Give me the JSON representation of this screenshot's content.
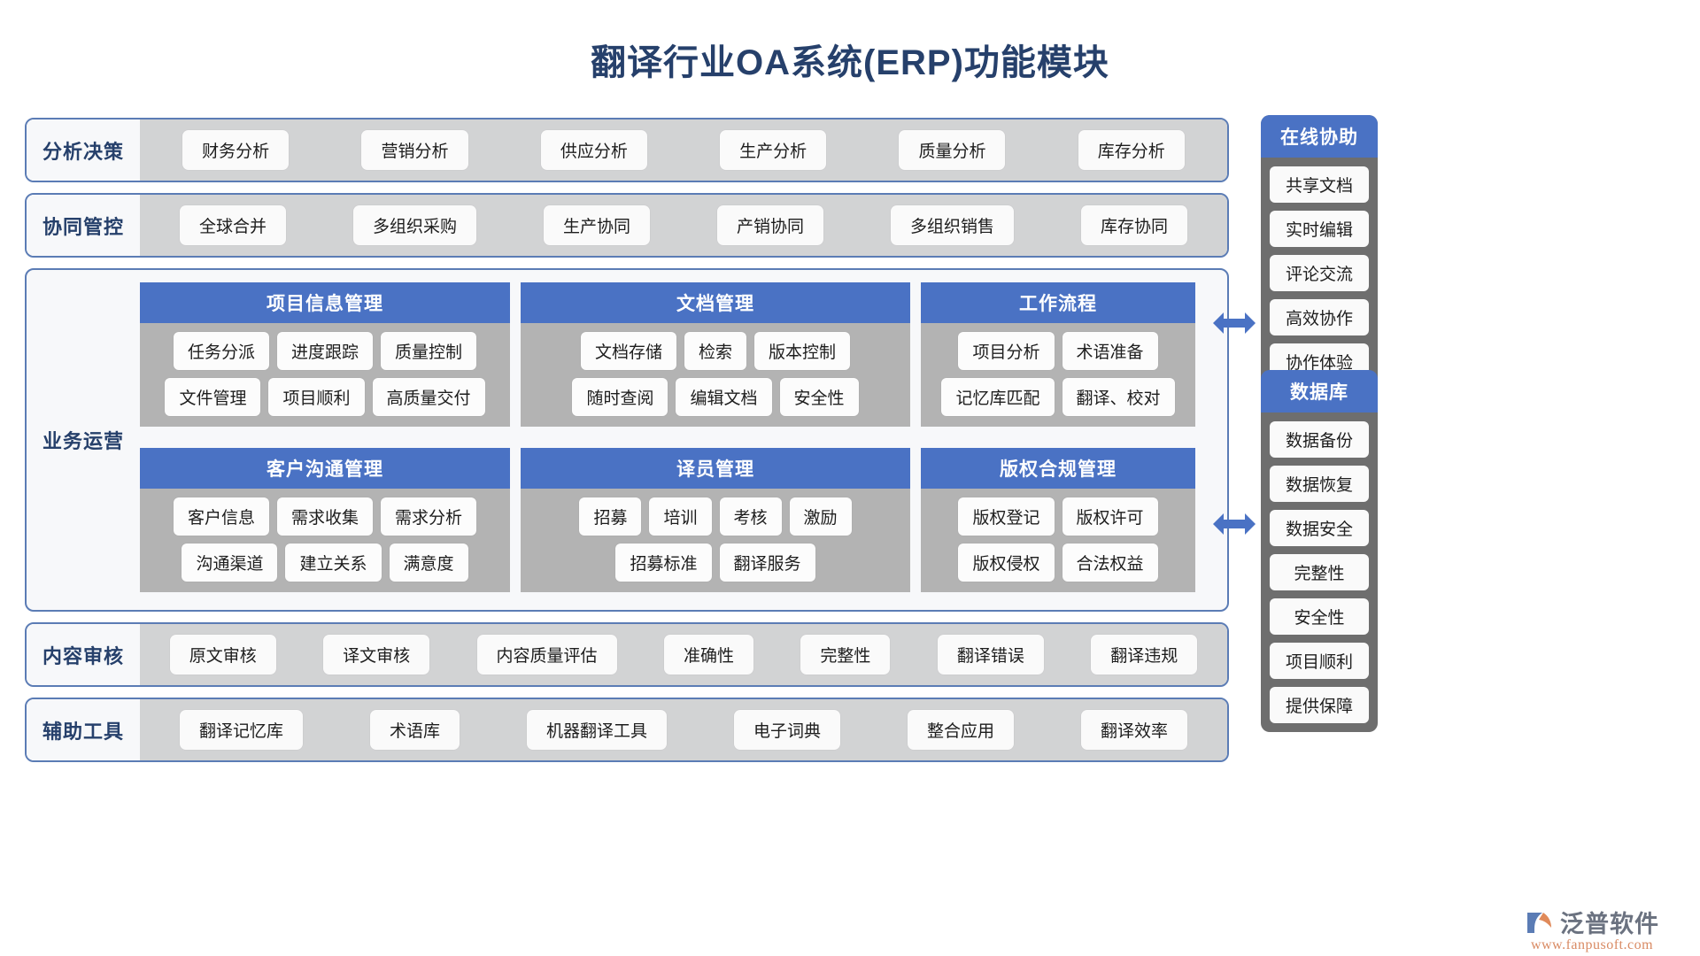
{
  "page": {
    "title": "翻译行业OA系统(ERP)功能模块",
    "accent_blue": "#4a72c4",
    "title_color": "#26406b",
    "border_blue": "#5b7cb5",
    "band_body_gray": "#d2d3d4",
    "panel_body_gray": "#b3b3b3",
    "sidebar_gray": "#6e6e6e"
  },
  "bands": [
    {
      "label": "分析决策",
      "items": [
        "财务分析",
        "营销分析",
        "供应分析",
        "生产分析",
        "质量分析",
        "库存分析"
      ]
    },
    {
      "label": "协同管控",
      "items": [
        "全球合并",
        "多组织采购",
        "生产协同",
        "产销协同",
        "多组织销售",
        "库存协同"
      ]
    }
  ],
  "operations": {
    "label": "业务运营",
    "panels": [
      {
        "title": "项目信息管理",
        "items": [
          "任务分派",
          "进度跟踪",
          "质量控制",
          "文件管理",
          "项目顺利",
          "高质量交付"
        ]
      },
      {
        "title": "文档管理",
        "items": [
          "文档存储",
          "检索",
          "版本控制",
          "随时查阅",
          "编辑文档",
          "安全性"
        ]
      },
      {
        "title": "工作流程",
        "items": [
          "项目分析",
          "术语准备",
          "记忆库匹配",
          "翻译、校对"
        ]
      },
      {
        "title": "客户沟通管理",
        "items": [
          "客户信息",
          "需求收集",
          "需求分析",
          "沟通渠道",
          "建立关系",
          "满意度"
        ]
      },
      {
        "title": "译员管理",
        "items": [
          "招募",
          "培训",
          "考核",
          "激励",
          "招募标准",
          "翻译服务"
        ]
      },
      {
        "title": "版权合规管理",
        "items": [
          "版权登记",
          "版权许可",
          "版权侵权",
          "合法权益"
        ]
      }
    ]
  },
  "bottom_bands": [
    {
      "label": "内容审核",
      "items": [
        "原文审核",
        "译文审核",
        "内容质量评估",
        "准确性",
        "完整性",
        "翻译错误",
        "翻译违规"
      ]
    },
    {
      "label": "辅助工具",
      "items": [
        "翻译记忆库",
        "术语库",
        "机器翻译工具",
        "电子词典",
        "整合应用",
        "翻译效率"
      ]
    }
  ],
  "sidebars": [
    {
      "title": "在线协助",
      "items": [
        "共享文档",
        "实时编辑",
        "评论交流",
        "高效协作",
        "协作体验"
      ]
    },
    {
      "title": "数据库",
      "items": [
        "数据备份",
        "数据恢复",
        "数据安全",
        "完整性",
        "安全性",
        "项目顺利",
        "提供保障"
      ]
    }
  ],
  "logo": {
    "name": "泛普软件",
    "url": "www.fanpusoft.com"
  }
}
